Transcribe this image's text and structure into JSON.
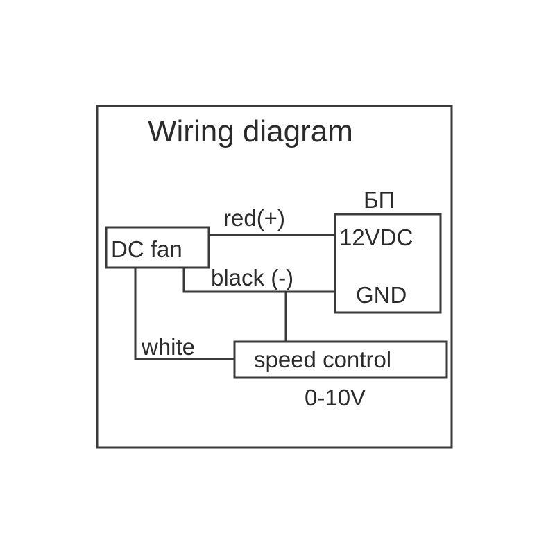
{
  "title": "Wiring diagram",
  "components": {
    "fan": "DC fan",
    "psu_name": "БП",
    "psu_positive": "12VDC",
    "psu_ground": "GND",
    "controller": "speed control",
    "controller_range": "0-10V"
  },
  "wires": {
    "red": "red(+)",
    "black": "black (-)",
    "white": "white"
  },
  "colors": {
    "line": "#3a3a3a",
    "text": "#2b2b2b",
    "background": "#ffffff"
  }
}
